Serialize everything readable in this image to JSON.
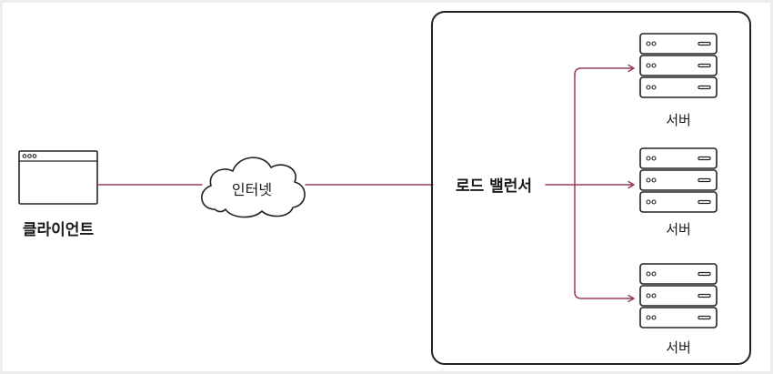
{
  "diagram": {
    "client": {
      "label": "클라이언트",
      "icon": "browser-window-icon"
    },
    "internet": {
      "label": "인터넷",
      "icon": "cloud-icon"
    },
    "load_balancer": {
      "label": "로드 밸런서"
    },
    "servers": [
      {
        "label": "서버",
        "icon": "server-rack-icon"
      },
      {
        "label": "서버",
        "icon": "server-rack-icon"
      },
      {
        "label": "서버",
        "icon": "server-rack-icon"
      }
    ]
  },
  "colors": {
    "connector": "#9b3d55",
    "outline": "#222222",
    "canvas": "#ffffff",
    "frame": "#eeeeee"
  }
}
